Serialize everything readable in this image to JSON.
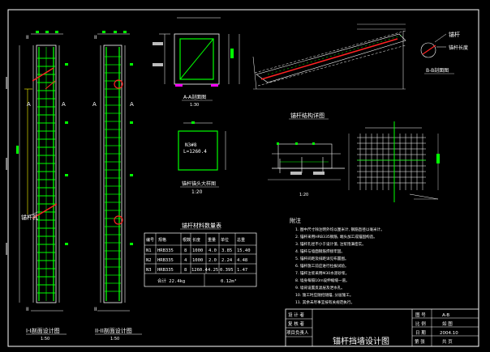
{
  "sections": {
    "s1": {
      "title": "I-I剖面设计图",
      "scale": "1:50",
      "cut_a": "A",
      "cut_b": "A",
      "cut_top": "II",
      "cut_bot": "II",
      "side_left": "锚杆孔"
    },
    "s2": {
      "title": "II-II剖面设计图",
      "scale": "1:50",
      "cut_a": "A",
      "cut_b": "A",
      "cut_top": "II",
      "cut_bot": "II"
    }
  },
  "detail_aa": {
    "title": "A-A剖面图",
    "scale": "1:30"
  },
  "anchor_ab": {
    "title": "锚杆锚头大样图",
    "scale": "1:20",
    "label": "N3#8",
    "length": "L=1260.4"
  },
  "section_bb": {
    "title": "B-B剖面图",
    "note_top": "锚杆",
    "note_right": "锚杆长度"
  },
  "grid_detail": {
    "title": "锚杆结构详图",
    "scale": "1:20"
  },
  "table": {
    "title": "锚杆材料数量表",
    "headers": [
      "编号",
      "规格",
      "根数",
      "长度",
      "重量",
      "单位",
      "总重"
    ],
    "rows": [
      [
        "N1",
        "HRB335",
        "8",
        "1000",
        "4.0",
        "3.85",
        "15.40"
      ],
      [
        "N2",
        "HRB335",
        "4",
        "1000",
        "2.0",
        "2.24",
        "4.48"
      ],
      [
        "N3",
        "HRB335",
        "8",
        "1260.4",
        "4.25",
        "0.395",
        "1.47"
      ]
    ],
    "footer_left": "合计 22.4kg",
    "footer_right": "0.12m³"
  },
  "notes": {
    "title": "附注",
    "lines": [
      "1. 图中尺寸除注明外均以厘米计, 钢筋直径以毫米计。",
      "2. 锚杆采用HRB335钢筋, 端头加工成锚固构造。",
      "3. 锚杆孔径不小于设计值, 注浆饱满密实。",
      "4. 锚杆与墙面钢筋焊接牢固。",
      "5. 锚杆间距及排距详见布置图。",
      "6. 锚杆施工前应进行拉拔试验。",
      "7. 锚杆注浆采用M30水泥砂浆。",
      "8. 墙身每隔10m设伸缩缝一道。",
      "9. 墙背设置反滤层及泄水孔。",
      "10. 施工时应随挖随锚, 分层施工。",
      "11. 其余未尽事宜按有关规范执行。"
    ]
  },
  "title_block": {
    "left_rows": [
      "设 计 者",
      "复 核 者",
      "项目负责人"
    ],
    "drawing_title": "锚杆挡墙设计图",
    "right_labels": [
      "图 号",
      "比 例",
      "日 期",
      "第 张"
    ],
    "right_values": [
      "A-B",
      "如 图",
      "2004.10",
      "共 页"
    ]
  },
  "colors": {
    "bg": "#000000",
    "frame": "#ffffff",
    "rebar": "#00ff00",
    "anchor": "#ff2020",
    "dim": "#ffff00",
    "outline": "#ff00ff",
    "text": "#ffffff"
  }
}
